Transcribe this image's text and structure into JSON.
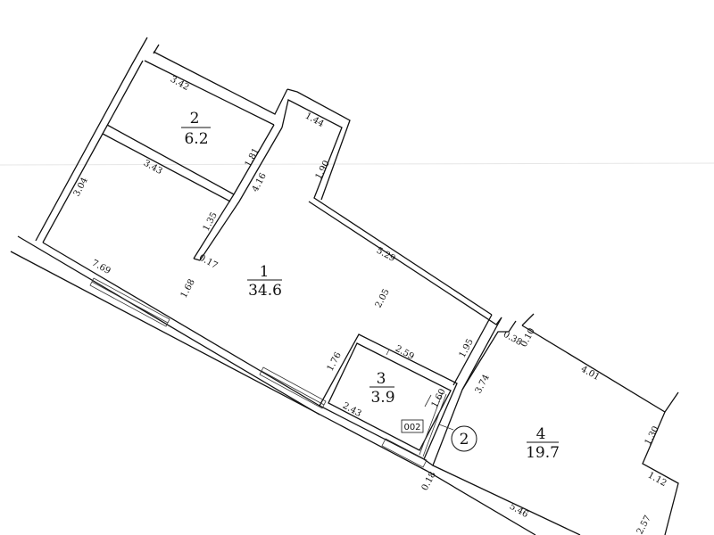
{
  "rooms": [
    {
      "number": "1",
      "area": "34.6"
    },
    {
      "number": "2",
      "area": "6.2"
    },
    {
      "number": "3",
      "area": "3.9"
    },
    {
      "number": "4",
      "area": "19.7"
    }
  ],
  "dimensions": {
    "d342": "3.42",
    "d181": "1.81",
    "d416": "4.16",
    "d343": "3.43",
    "d304": "3.04",
    "d135": "1.35",
    "d017": "0.17",
    "d769": "7.69",
    "d168": "1.68",
    "d144": "1.44",
    "d190": "1.90",
    "d529": "5.29",
    "d205": "2.05",
    "d195": "1.95",
    "d259": "2.59",
    "d176": "1.76",
    "d160": "1.60",
    "d374": "3.74",
    "d243": "2.43",
    "d038": "0.38",
    "d010": "0.10",
    "d401": "4.01",
    "d130": "1.30",
    "d112": "1.12",
    "d018": "0.18",
    "d546": "5.46",
    "d257": "2.57"
  },
  "markers": {
    "box_label": "002",
    "circle_label": "2"
  }
}
